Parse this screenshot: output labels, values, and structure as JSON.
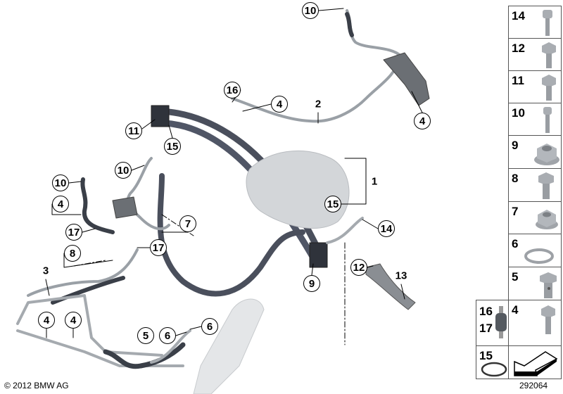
{
  "callouts": [
    {
      "id": "c1",
      "text": "10",
      "circled": true
    },
    {
      "id": "c2",
      "text": "16",
      "circled": true
    },
    {
      "id": "c3",
      "text": "4",
      "circled": true
    },
    {
      "id": "c4",
      "text": "2",
      "circled": false
    },
    {
      "id": "c5",
      "text": "4",
      "circled": true
    },
    {
      "id": "c6",
      "text": "11",
      "circled": true
    },
    {
      "id": "c7",
      "text": "15",
      "circled": true
    },
    {
      "id": "c8",
      "text": "10",
      "circled": true
    },
    {
      "id": "c9",
      "text": "1",
      "circled": false
    },
    {
      "id": "c10",
      "text": "10",
      "circled": true
    },
    {
      "id": "c11",
      "text": "4",
      "circled": true
    },
    {
      "id": "c12",
      "text": "7",
      "circled": true
    },
    {
      "id": "c13",
      "text": "15",
      "circled": true
    },
    {
      "id": "c14",
      "text": "14",
      "circled": true
    },
    {
      "id": "c15",
      "text": "17",
      "circled": true
    },
    {
      "id": "c16",
      "text": "8",
      "circled": true
    },
    {
      "id": "c17",
      "text": "17",
      "circled": true
    },
    {
      "id": "c18",
      "text": "9",
      "circled": true
    },
    {
      "id": "c19",
      "text": "12",
      "circled": true
    },
    {
      "id": "c20",
      "text": "13",
      "circled": false
    },
    {
      "id": "c21",
      "text": "3",
      "circled": false
    },
    {
      "id": "c22",
      "text": "4",
      "circled": true
    },
    {
      "id": "c23",
      "text": "4",
      "circled": true
    },
    {
      "id": "c24",
      "text": "5",
      "circled": true
    },
    {
      "id": "c25",
      "text": "6",
      "circled": true
    },
    {
      "id": "c26",
      "text": "6",
      "circled": true
    }
  ],
  "legend": [
    {
      "number": "14",
      "icon": "socket-head-bolt-icon"
    },
    {
      "number": "12",
      "icon": "hex-bolt-icon"
    },
    {
      "number": "11",
      "icon": "hex-bolt-icon"
    },
    {
      "number": "10",
      "icon": "socket-head-bolt-icon"
    },
    {
      "number": "9",
      "icon": "flange-nut-icon"
    },
    {
      "number": "8",
      "icon": "hex-bolt-icon"
    },
    {
      "number": "7",
      "icon": "flange-nut-icon"
    },
    {
      "number": "6",
      "icon": "sealing-ring-icon"
    },
    {
      "number": "5",
      "icon": "banjo-bolt-icon"
    },
    {
      "number": "4",
      "icon": "hex-bolt-icon"
    }
  ],
  "legend_bottom": {
    "rubber_mount_numbers": [
      "16",
      "17"
    ],
    "o_ring_number": "15",
    "arrow_icon": "direction-arrow-icon"
  },
  "footer": {
    "copyright": "© 2012 BMW AG",
    "diagram_id": "292064"
  }
}
